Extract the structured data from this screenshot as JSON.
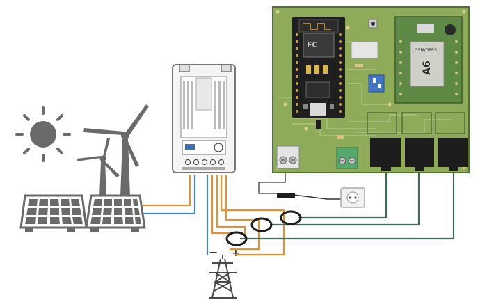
{
  "labels": {
    "gsm_module_name": "A6",
    "gsm_module_brand": "GSM/GPRS",
    "mcu_logo": "FC",
    "polarity_minus": "−",
    "polarity_plus": "+"
  },
  "colors": {
    "pcb_green": "#8eab5a",
    "pcb_dark": "#6f8c43",
    "gsm_green": "#5e8a45",
    "wire_orange": "#e8902b",
    "wire_blue": "#4a86b5",
    "wire_green": "#3f6b57",
    "relay_black": "#1d1d1d",
    "icon_gray": "#6a6a6a",
    "panel_gray": "#7a7a7a"
  }
}
